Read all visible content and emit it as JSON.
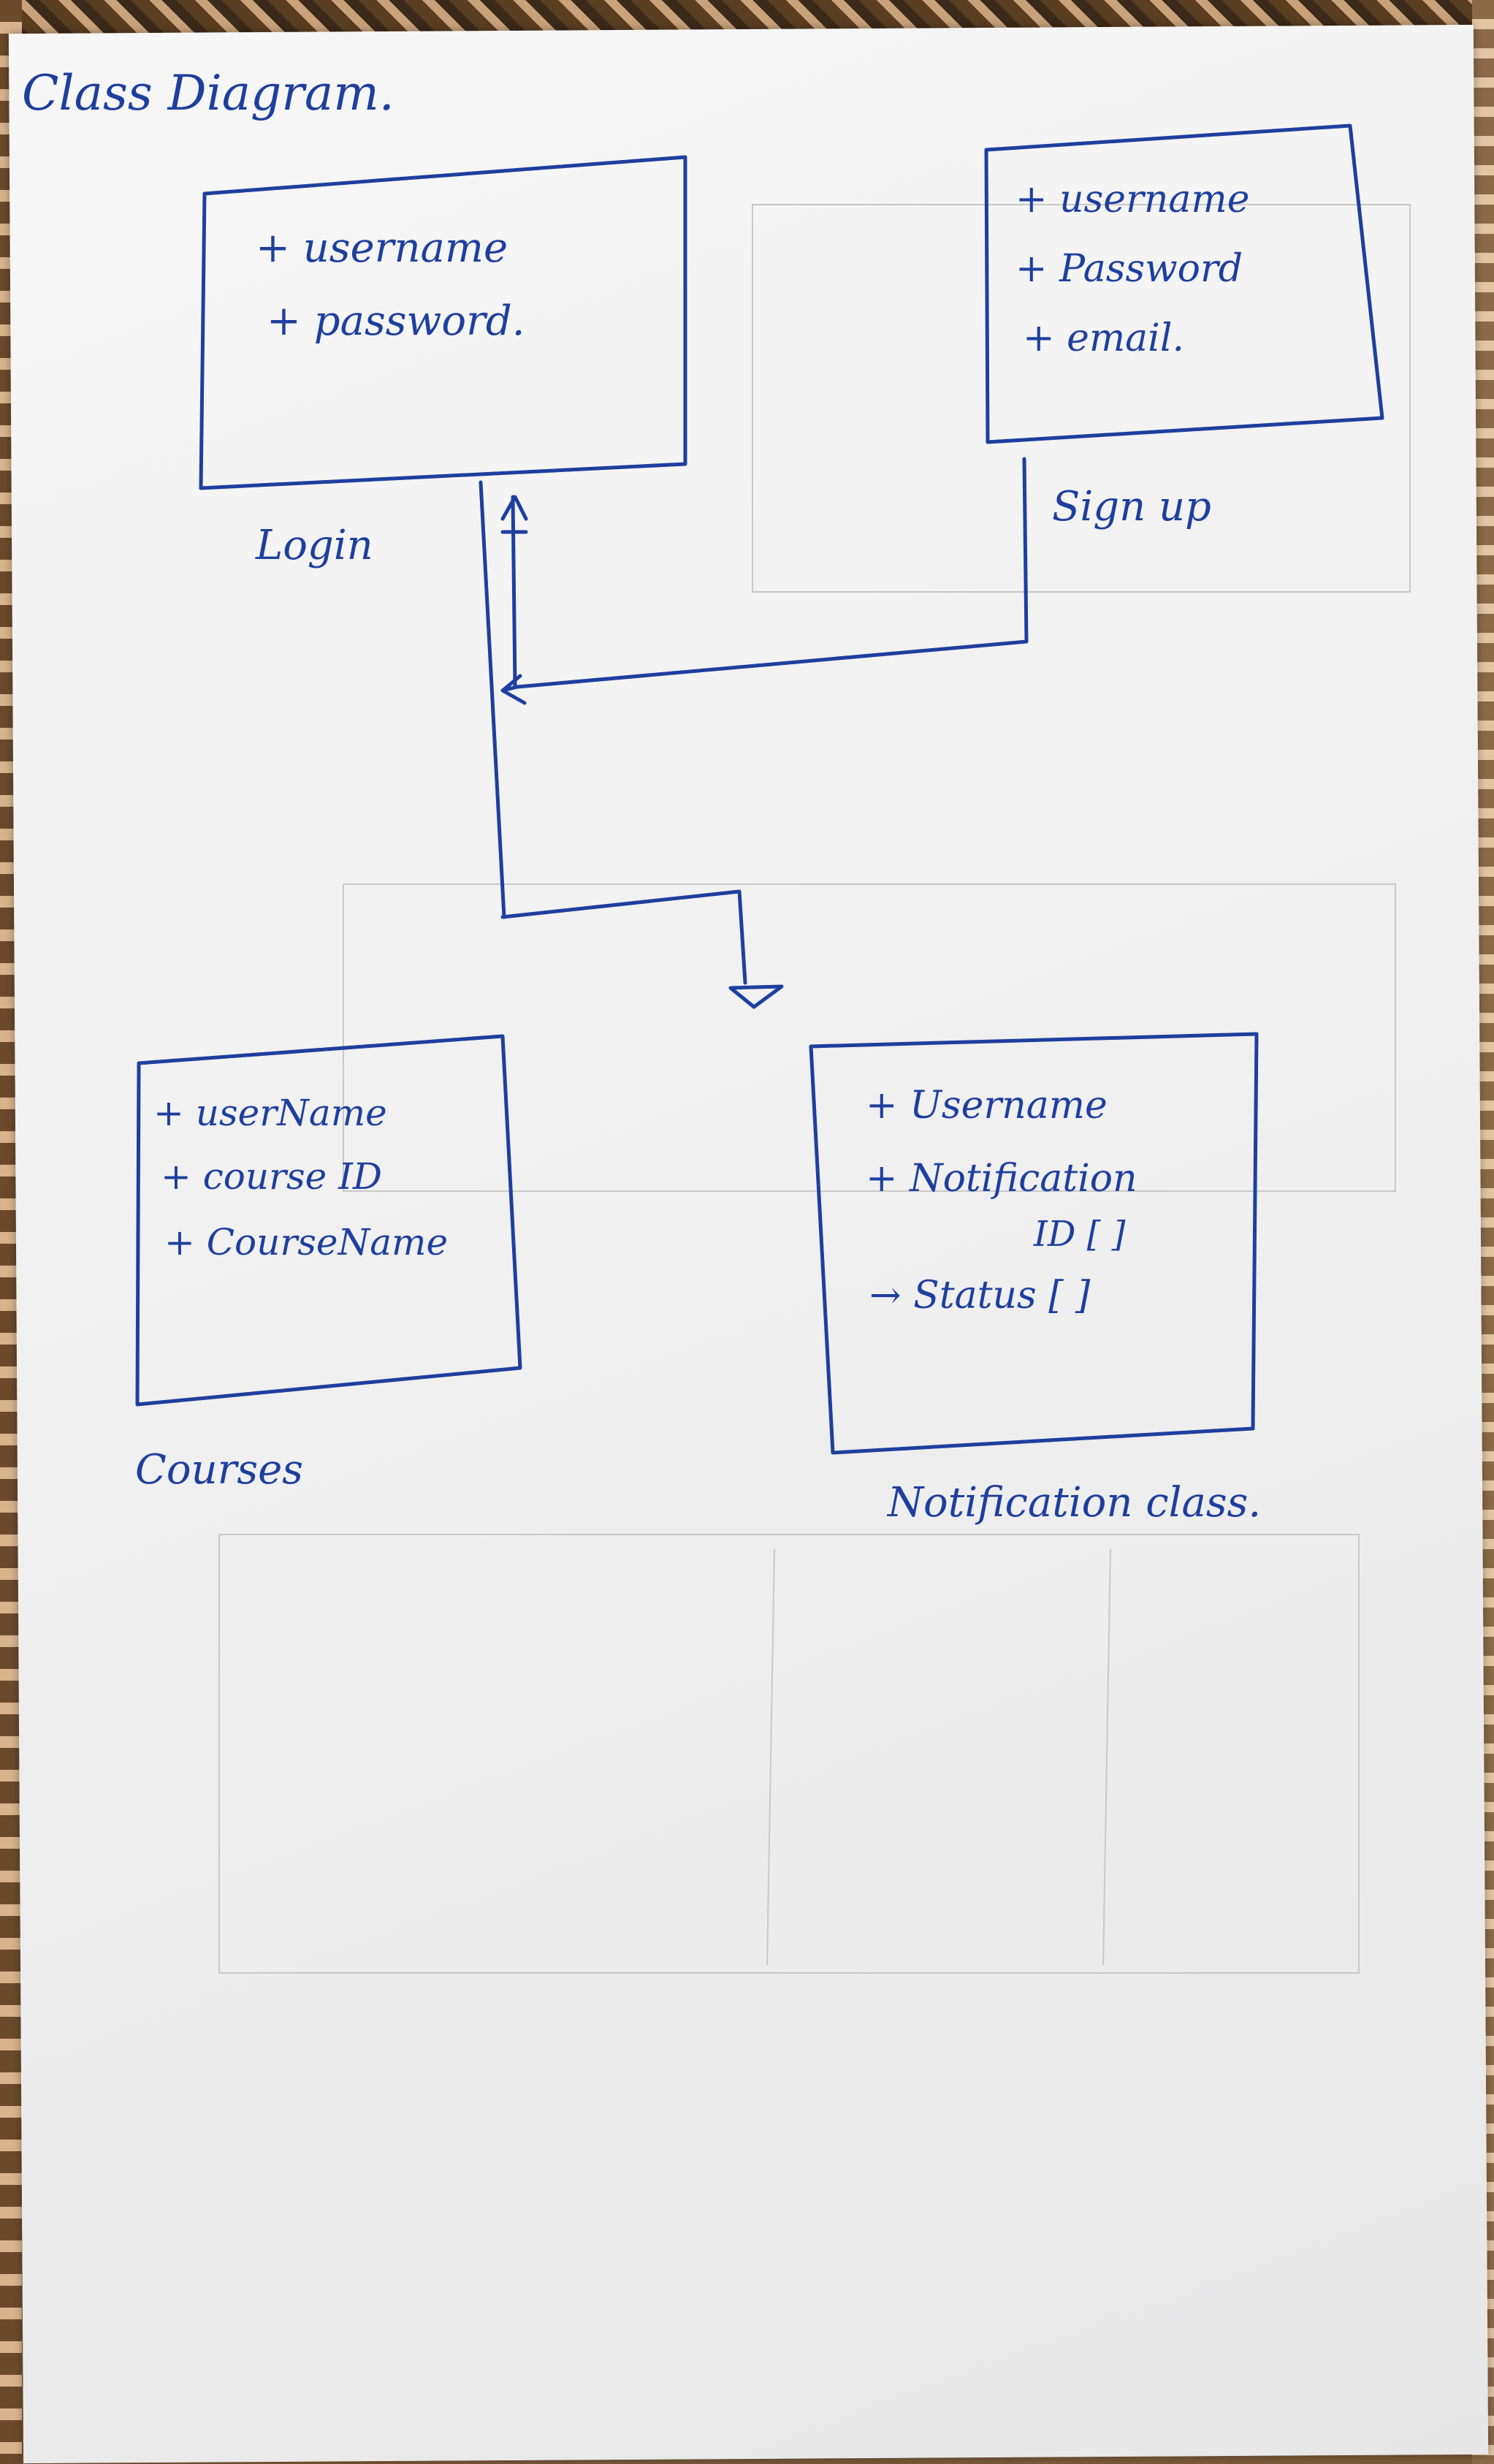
{
  "title": "Class Diagram.",
  "ink_color": "#1e3f9e",
  "classes": {
    "login": {
      "name": "Login",
      "attributes": [
        "+ username",
        "+ password."
      ]
    },
    "signup": {
      "name": "Sign up",
      "attributes": [
        "+ username",
        "+ Password",
        "+ email."
      ]
    },
    "courses": {
      "name": "Courses",
      "attributes": [
        "+ userName",
        "+ course ID",
        "+ CourseName"
      ]
    },
    "notification": {
      "name": "Notification class.",
      "attributes": [
        "+ Username",
        "+ Notification",
        "ID [ ]",
        "→ Status [ ]"
      ]
    }
  }
}
